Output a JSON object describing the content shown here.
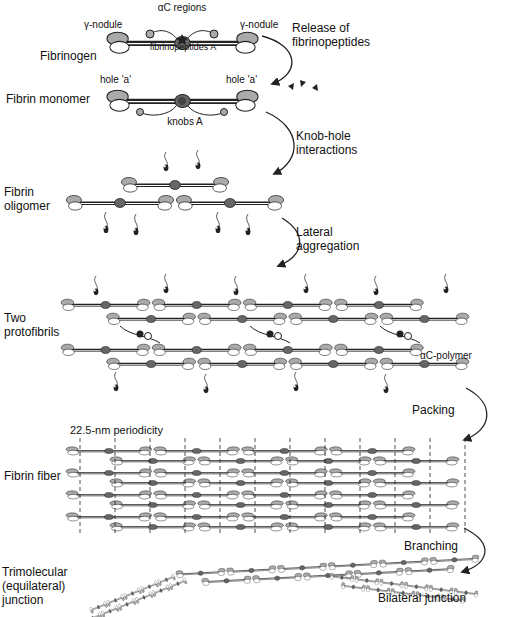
{
  "diagram": {
    "labels": [
      "αC regions",
      "γ-nodule",
      "γ-nodule",
      "fibrinopeptides A",
      "Fibrinogen",
      "Release of fibrinopeptides",
      "hole 'a'",
      "hole 'a'",
      "Fibrin monomer",
      "knobs A",
      "Knob-hole interactions",
      "Fibrin oligomer",
      "Lateral aggregation",
      "Two protofibrils",
      "αC-polymer",
      "Packing",
      "22.5-nm periodicity",
      "Fibrin fiber",
      "Branching",
      "Bilateral junction",
      "Trimolecular (equilateral) junction"
    ]
  }
}
